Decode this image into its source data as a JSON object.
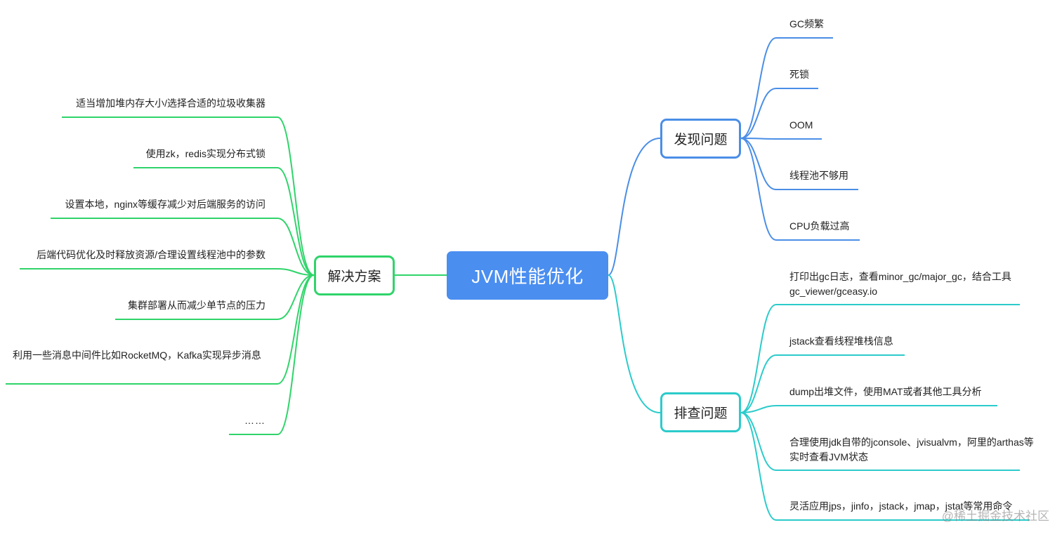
{
  "colors": {
    "root_bg": "#4a8ef0",
    "blue_branch": "#4a8ee6",
    "teal_branch": "#2ccbcb",
    "green_branch": "#2fd46a"
  },
  "root": {
    "label": "JVM性能优化"
  },
  "branches": {
    "discover": {
      "label": "发现问题",
      "items": [
        "GC频繁",
        "死锁",
        "OOM",
        "线程池不够用",
        "CPU负载过高"
      ]
    },
    "investigate": {
      "label": "排查问题",
      "items": [
        "打印出gc日志，查看minor_gc/major_gc，结合工具gc_viewer/gceasy.io",
        "jstack查看线程堆栈信息",
        "dump出堆文件，使用MAT或者其他工具分析",
        "合理使用jdk自带的jconsole、jvisualvm，阿里的arthas等实时查看JVM状态",
        "灵活应用jps，jinfo，jstack，jmap，jstat等常用命令"
      ]
    },
    "solve": {
      "label": "解决方案",
      "items": [
        "适当增加堆内存大小/选择合适的垃圾收集器",
        "使用zk，redis实现分布式锁",
        "设置本地，nginx等缓存减少对后端服务的访问",
        "后端代码优化及时释放资源/合理设置线程池中的参数",
        "集群部署从而减少单节点的压力",
        "利用一些消息中间件比如RocketMQ，Kafka实现异步消息",
        "……"
      ]
    }
  },
  "watermark": "@稀土掘金技术社区"
}
